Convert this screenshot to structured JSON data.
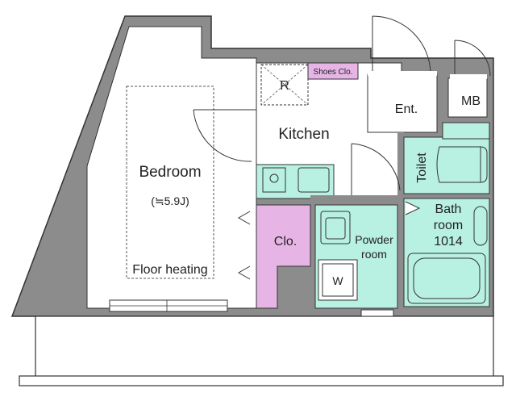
{
  "floorplan": {
    "rooms": {
      "bedroom": {
        "name": "Bedroom",
        "size": "(≒5.9J)",
        "feature": "Floor heating"
      },
      "kitchen": {
        "name": "Kitchen"
      },
      "entrance": {
        "name": "Ent."
      },
      "meter_box": {
        "name": "MB"
      },
      "shoe_closet": {
        "name": "Shoes  Clo."
      },
      "closet": {
        "name": "Clo."
      },
      "powder_room": {
        "line1": "Powder",
        "line2": "room"
      },
      "toilet": {
        "name": "Toilet"
      },
      "bathroom": {
        "line1": "Bath",
        "line2": "room",
        "line3": "1014"
      },
      "washer": {
        "name": "W"
      },
      "refrigerator": {
        "name": "R"
      }
    },
    "colors": {
      "wall": "#8c8c8c",
      "wet_area": "#b8f0e2",
      "storage": "#e6b5e6",
      "outline": "#333333",
      "floor": "#ffffff"
    }
  }
}
